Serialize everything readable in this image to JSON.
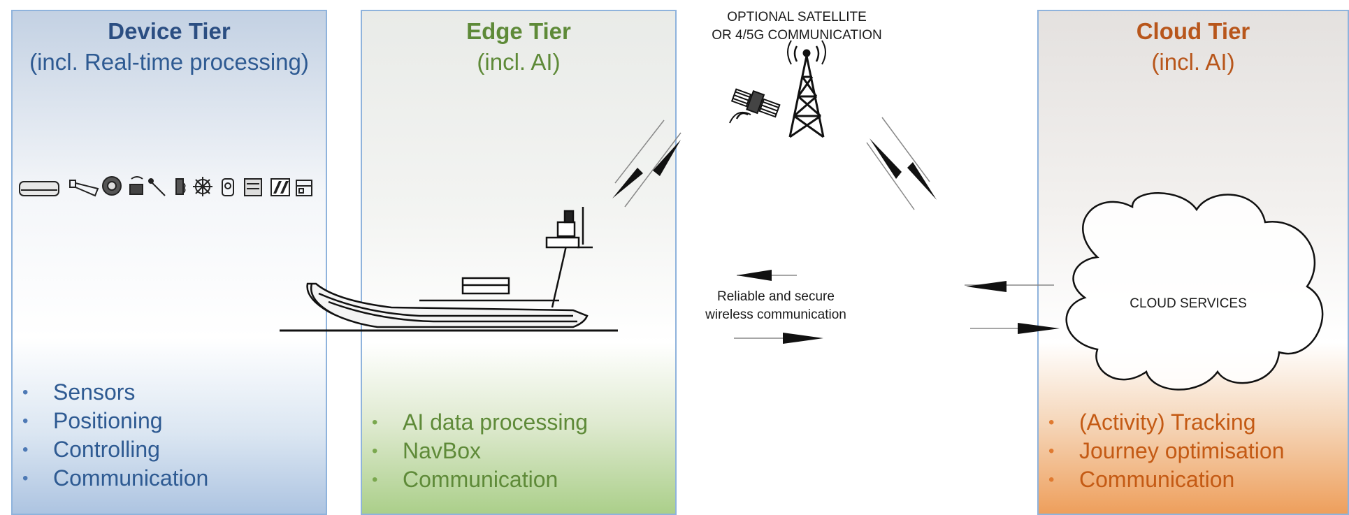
{
  "tiers": {
    "device": {
      "title": "Device Tier",
      "subtitle": "(incl. Real-time processing)",
      "items": [
        "Sensors",
        "Positioning",
        "Controlling",
        "Communication"
      ]
    },
    "edge": {
      "title": "Edge Tier",
      "subtitle": "(incl. AI)",
      "items": [
        "AI data processing",
        "NavBox",
        "Communication"
      ]
    },
    "cloud": {
      "title": "Cloud Tier",
      "subtitle": "(incl. AI)",
      "items": [
        "(Activity) Tracking",
        "Journey optimisation",
        "Communication"
      ]
    }
  },
  "satellite_label": [
    "OPTIONAL SATELLITE",
    "OR 4/5G COMMUNICATION"
  ],
  "wireless_label": [
    "Reliable and secure",
    "wireless communication"
  ],
  "cloud_label": "CLOUD SERVICES",
  "icons": [
    "radar-dome-icon",
    "camera-icon",
    "radar-sweep-icon",
    "gps-antenna-icon",
    "wind-vane-icon",
    "echo-sounder-icon",
    "helm-wheel-icon",
    "ais-transponder-icon",
    "chart-display-icon",
    "weather-display-icon",
    "autopilot-panel-icon"
  ]
}
